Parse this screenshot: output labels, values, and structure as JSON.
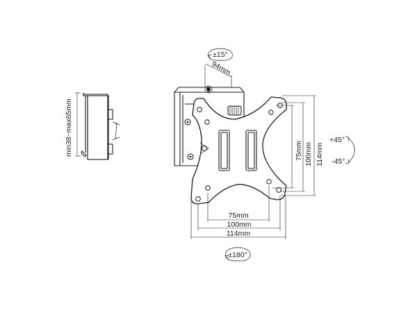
{
  "labels": {
    "tilt": "±15°",
    "depth": "94mm",
    "wall_range": "min38~max65mm",
    "swivel_up": "+45°",
    "swivel_down": "-45°",
    "vesa_h_75": "75mm",
    "vesa_h_100": "100mm",
    "vesa_h_114": "114mm",
    "vesa_w_75": "75mm",
    "vesa_w_100": "100mm",
    "vesa_w_114": "114mm",
    "rotation": "±180°"
  }
}
